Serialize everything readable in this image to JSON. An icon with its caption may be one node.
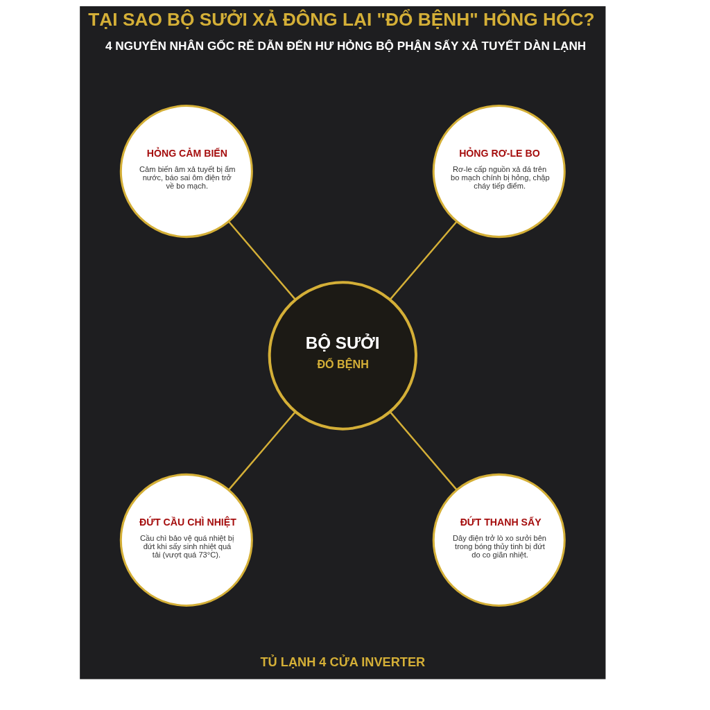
{
  "diagram": {
    "title": "TẠI SAO BỘ SƯỞI XẢ ĐÔNG LẠI \"ĐỔ BỆNH\" HỎNG HÓC?",
    "nodes": [
      {
        "text": [
          "HỎNG CẢM BIẾN",
          "Cảm biến âm xả tuyết bị ẩm nước, báo sai ôm điện trở về bo mạch."
        ]
      },
      {
        "text": [
          "HỎNG RƠ-LE BO",
          "Rơ-le cấp nguồn xả đá trên bo mạch chính bị hỏng, chập cháy tiếp điểm."
        ]
      },
      {
        "text": [
          "BỘ SƯỞI",
          "ĐỔ BỆNH"
        ]
      },
      {
        "text": [
          "ĐỨT CẦU CHÌ NHIỆT",
          "Cầu chì bảo vệ quá nhiệt bị đứt khi sấy sinh nhiệt quá tải (vượt quá 73°C)."
        ]
      },
      {
        "text": [
          "ĐỨT THANH SẤY",
          "Dây điện trở lò xo sưởi bên trong bóng thủy tinh bị đứt do co giãn nhiệt."
        ]
      }
    ],
    "edges": [
      {
        "from": 0,
        "to": 2,
        "arrow": "none"
      },
      {
        "from": 1,
        "to": 2,
        "arrow": "none"
      },
      {
        "from": 2,
        "to": 3,
        "arrow": "none"
      },
      {
        "from": 2,
        "to": 4,
        "arrow": "none"
      }
    ],
    "labels": [
      "4 NGUYÊN NHÂN GỐC RỄ DẪN ĐẾN HƯ HỎNG BỘ PHẬN SẤY XẢ TUYẾT DÀN LẠNH",
      "TỦ LẠNH 4 CỬA INVERTER"
    ]
  }
}
